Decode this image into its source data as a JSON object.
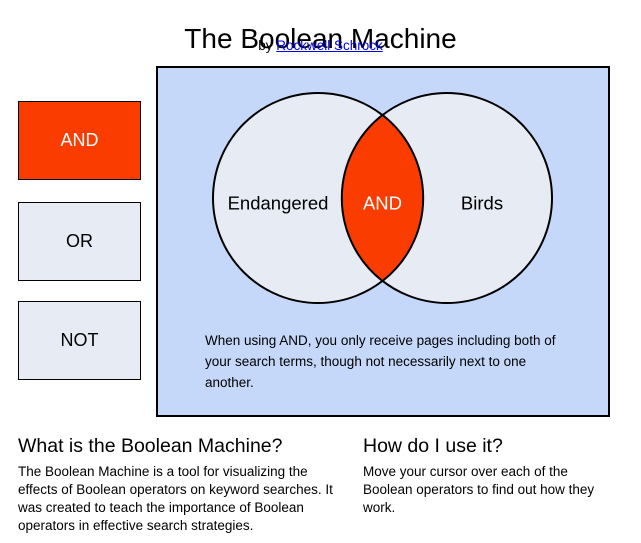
{
  "header": {
    "title": "The Boolean Machine",
    "byline_prefix": "by ",
    "author_link": "Rockwell Schrock"
  },
  "operator_buttons": [
    {
      "label": "AND",
      "state": "active"
    },
    {
      "label": "OR",
      "state": "default"
    },
    {
      "label": "NOT",
      "state": "default"
    }
  ],
  "venn_panel": {
    "left_circle_label": "Endangered",
    "intersection_label": "AND",
    "right_circle_label": "Birds",
    "caption": "When using AND, you only receive pages including both of your search terms, though not necessarily next to one another."
  },
  "info_sections": {
    "left": {
      "heading": "What is the Boolean Machine?",
      "body": "The Boolean Machine is a tool for visualizing the effects of Boolean operators on keyword searches. It was created to teach the importance of Boolean operators in effective search strategies."
    },
    "right": {
      "heading": "How do I use it?",
      "body": "Move your cursor over each of the Boolean operators to find out how they work."
    }
  },
  "colors": {
    "accent_orange": "#fb3c00",
    "panel_blue": "#c5d8fa",
    "shape_fill": "#e6ebf4",
    "link_blue": "#0000ee",
    "border_black": "#000000"
  }
}
